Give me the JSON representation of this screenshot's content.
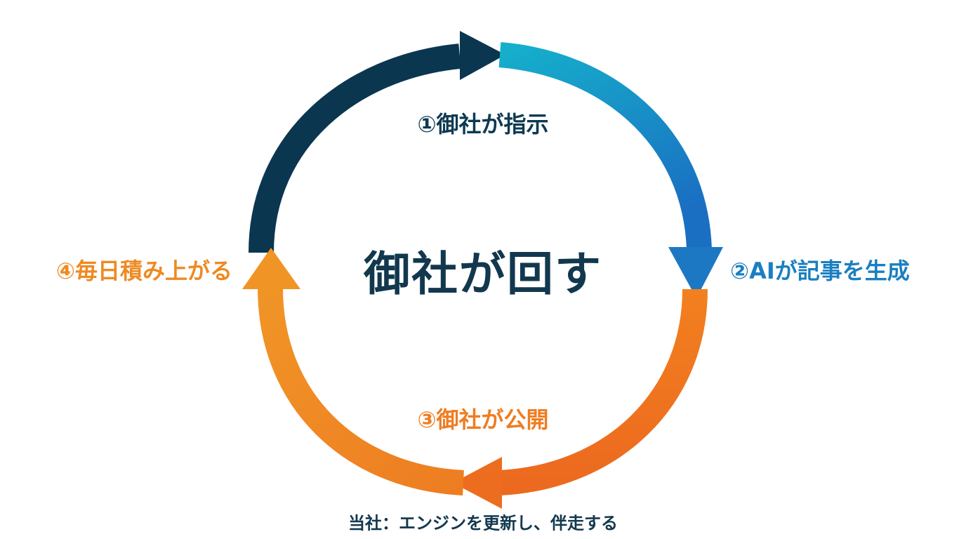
{
  "center_title": "御社が回す",
  "steps": [
    {
      "label": "①御社が指示",
      "color": "#0d3a52"
    },
    {
      "label": "②AIが記事を生成",
      "color": "#1a7fc0"
    },
    {
      "label": "③御社が公開",
      "color": "#ee7d22"
    },
    {
      "label": "④毎日積み上がる",
      "color": "#ee8a22"
    }
  ],
  "footer_note": "当社：エンジンを更新し、伴走する",
  "colors": {
    "navy": "#0b3650",
    "teal": "#17a6c8",
    "blue": "#1d78c4",
    "orange": "#f07f22",
    "orange_dark": "#ec6d1f",
    "text_dark": "#12384e"
  }
}
